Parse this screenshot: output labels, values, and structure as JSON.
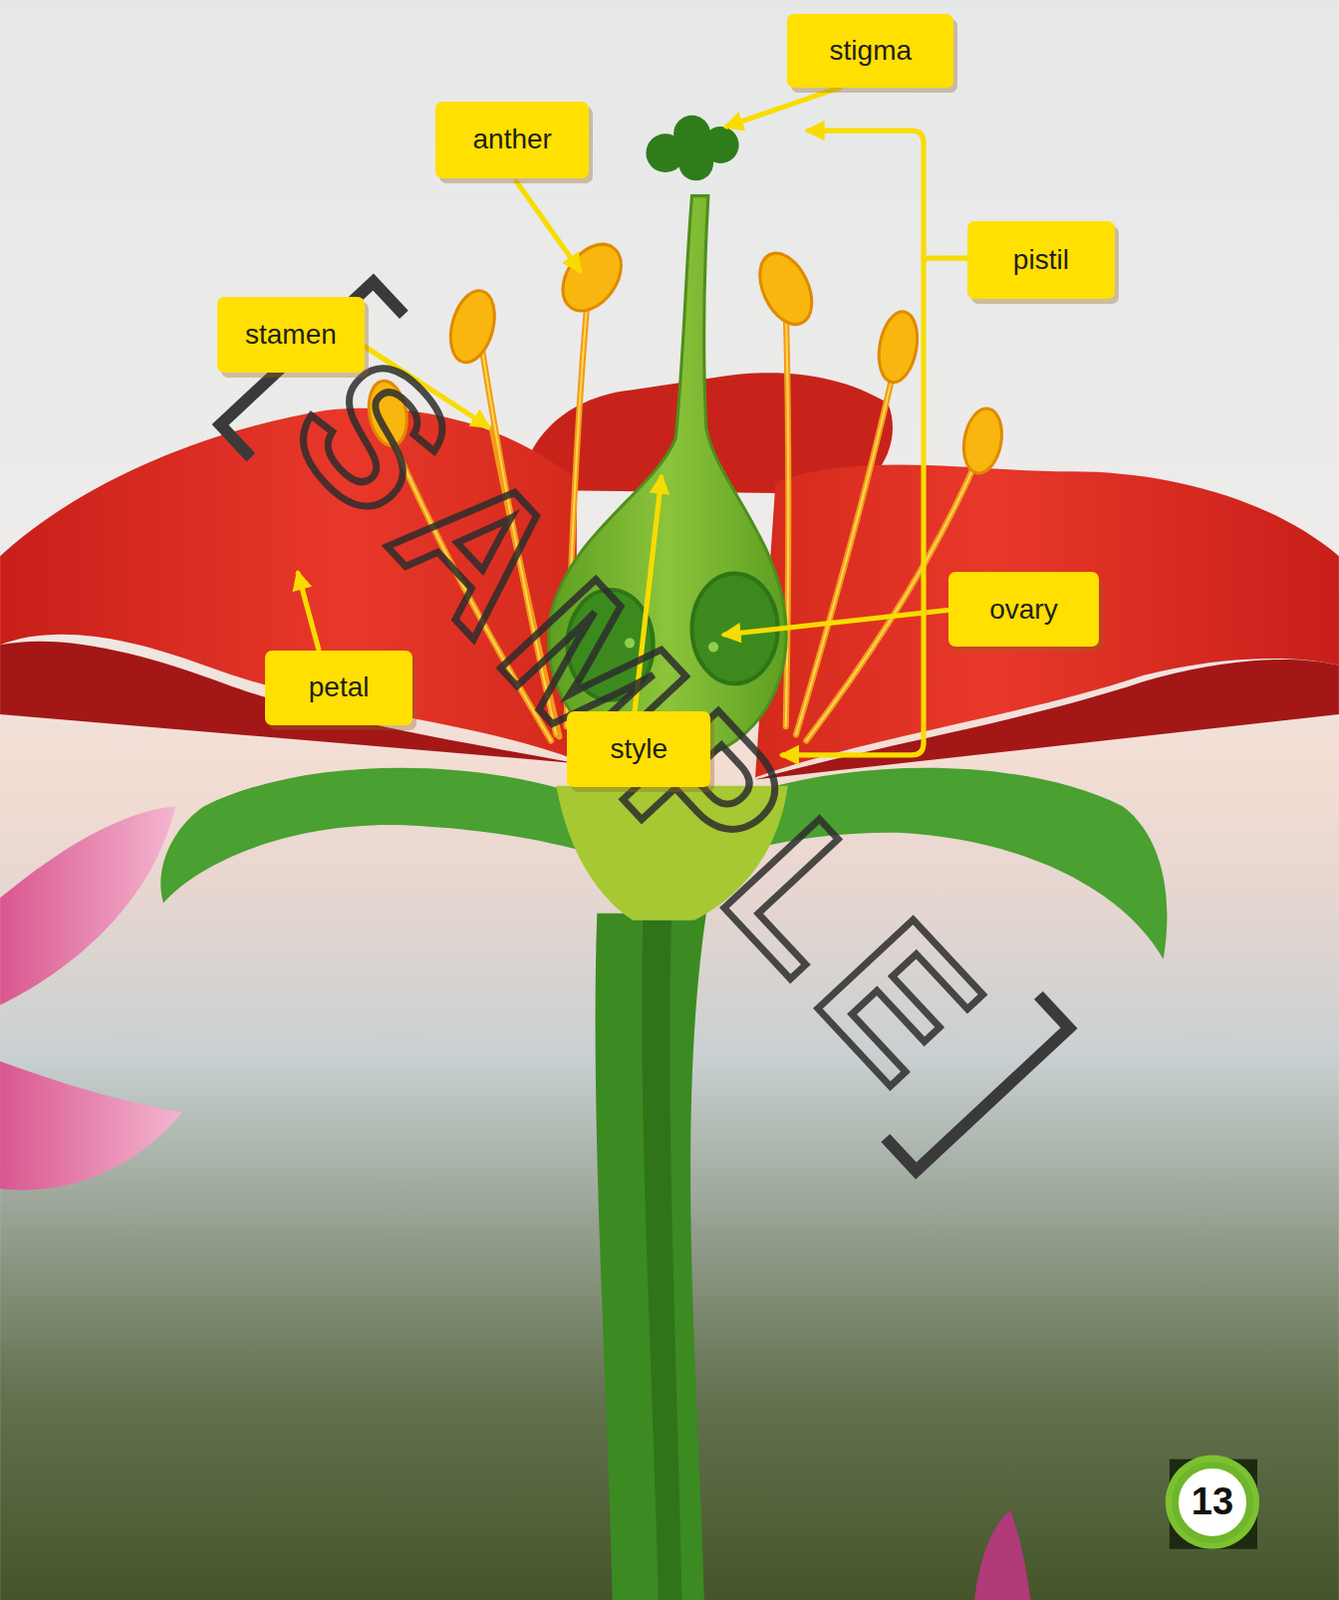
{
  "diagram": {
    "nodes": [
      {
        "text": [
          "stigma"
        ]
      },
      {
        "text": [
          "anther"
        ]
      },
      {
        "text": [
          "pistil"
        ]
      },
      {
        "text": [
          "stamen"
        ]
      },
      {
        "text": [
          "ovary"
        ]
      },
      {
        "text": [
          "petal"
        ]
      },
      {
        "text": [
          "style"
        ]
      },
      {
        "text": [
          "13"
        ]
      }
    ],
    "labels": [
      "SAMPLE"
    ]
  }
}
